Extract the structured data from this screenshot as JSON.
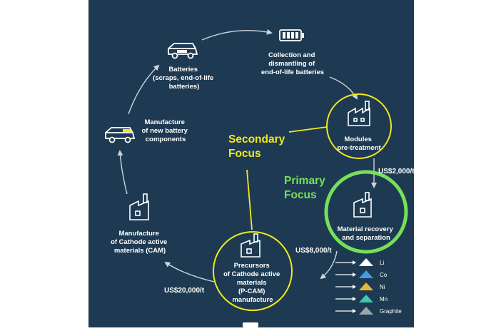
{
  "colors": {
    "panel": "#1e3a52",
    "line": "#cdd5dc",
    "secondary": "#f2e81c",
    "primary": "#76e05a",
    "lithium": "#ffffff",
    "cobalt": "#3aa0e0",
    "nickel": "#e8b830",
    "manganese": "#3ec8b0",
    "graphite": "#9aa4ac"
  },
  "nodes": {
    "batteries": {
      "lines": [
        "Batteries",
        "(scraps, end-of-life",
        "batteries)"
      ],
      "icon": "car-battery-icon"
    },
    "collection": {
      "lines": [
        "Collection and",
        "dismantling of",
        "end-of-life batteries"
      ],
      "icon": "battery-icon"
    },
    "modules": {
      "lines": [
        "Modules",
        "pre-treatment"
      ],
      "icon": "factory-icon"
    },
    "material": {
      "lines": [
        "Material recovery",
        "and separation"
      ],
      "icon": "factory-icon"
    },
    "precursors": {
      "lines": [
        "Precursors",
        "of Cathode active",
        "materials",
        "(P-CAM)",
        "manufacture"
      ],
      "icon": "factory-icon"
    },
    "cam": {
      "lines": [
        "Manufacture",
        "of Cathode active",
        "materials (CAM)"
      ],
      "icon": "factory-icon"
    },
    "components": {
      "lines": [
        "Manufacture",
        "of new battery",
        "components"
      ],
      "icon": "car-battery-icon"
    }
  },
  "focus": {
    "secondary": [
      "Secondary",
      "Focus"
    ],
    "primary": [
      "Primary",
      "Focus"
    ]
  },
  "prices": {
    "modules_to_material": "US$2,000/t",
    "material_to_precursors": "US$8,000/t",
    "precursors_to_cam": "US$20,000/t"
  },
  "materials": [
    {
      "name": "Li",
      "color": "#ffffff"
    },
    {
      "name": "Co",
      "color": "#3aa0e0"
    },
    {
      "name": "Ni",
      "color": "#e8b830"
    },
    {
      "name": "Mn",
      "color": "#3ec8b0"
    },
    {
      "name": "Graphite",
      "color": "#9aa4ac"
    }
  ]
}
